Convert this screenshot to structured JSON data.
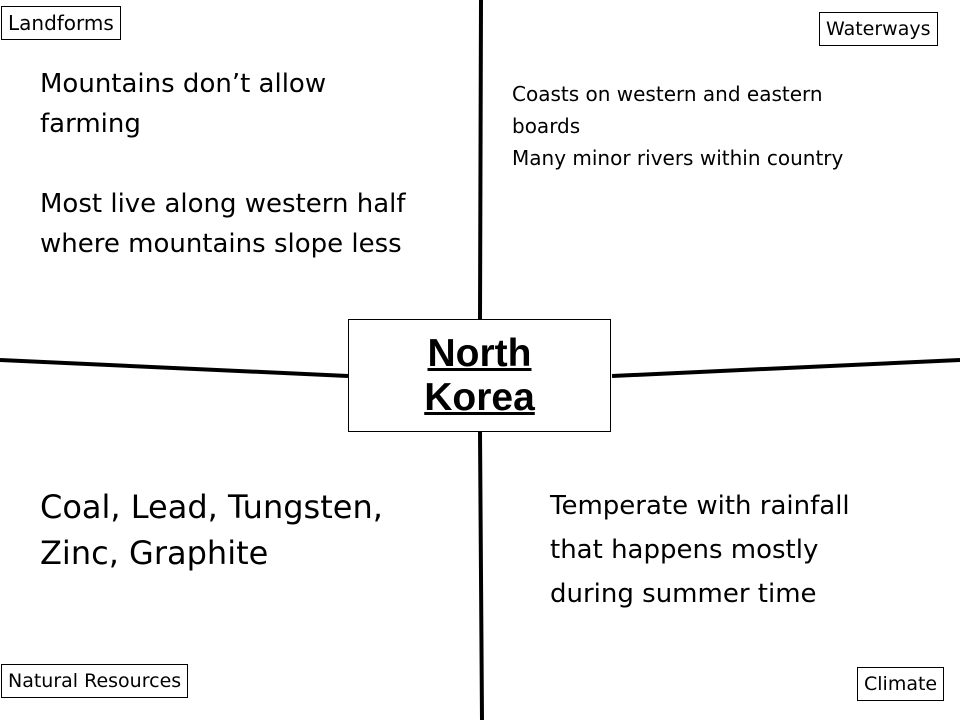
{
  "center": {
    "line1": "North",
    "line2": "Korea"
  },
  "quadrants": {
    "landforms": {
      "label": "Landforms",
      "paragraphs": [
        "Mountains don’t allow farming",
        "Most live along western half where mountains slope less"
      ]
    },
    "waterways": {
      "label": "Waterways",
      "paragraphs": [
        "Coasts on western and eastern boards",
        "Many minor rivers within country"
      ]
    },
    "natural_resources": {
      "label": "Natural Resources",
      "paragraphs": [
        "Coal, Lead, Tungsten, Zinc, Graphite"
      ]
    },
    "climate": {
      "label": "Climate",
      "paragraphs": [
        "Temperate with rainfall that happens mostly during summer time"
      ]
    }
  }
}
